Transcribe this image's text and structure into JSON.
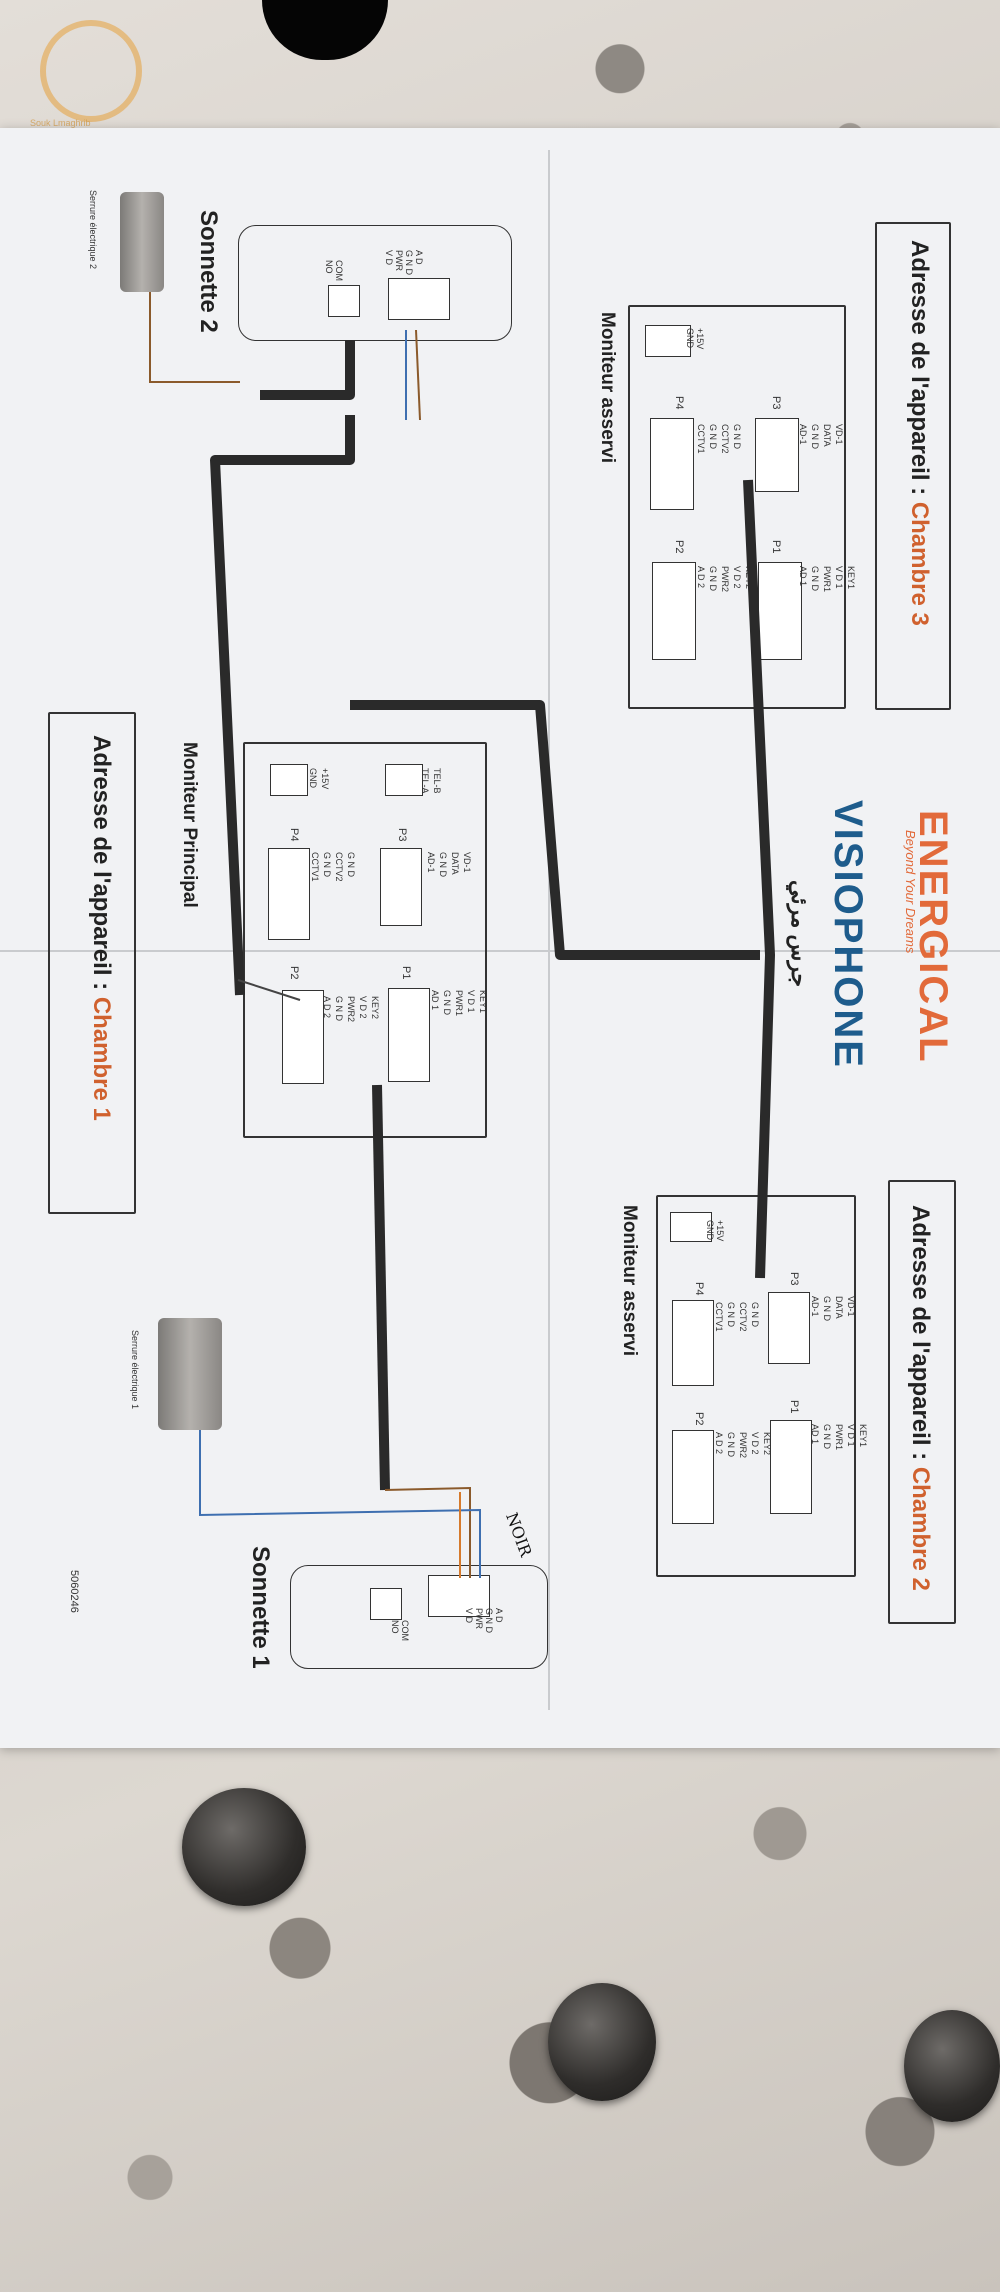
{
  "colors": {
    "paper": "#f1f2f4",
    "accent_red": "#d0612e",
    "brand_orange": "#e26a3a",
    "brand_blue": "#1e5c8c",
    "wire": "#333333"
  },
  "watermark": {
    "text": "Souk Lmaghrib"
  },
  "brand": {
    "name": "ENERGICAL",
    "tagline": "Beyond Your Dreams",
    "product": "VISIOPHONE",
    "arabic": "جرس مرئي"
  },
  "sections": {
    "chambre3": {
      "address_prefix": "Adresse de l'appareil : ",
      "address_value": "Chambre 3",
      "monitor_label": "Moniteur asservi"
    },
    "chambre2": {
      "address_prefix": "Adresse de l'appareil : ",
      "address_value": "Chambre 2",
      "monitor_label": "Moniteur asservi"
    },
    "chambre1": {
      "address_prefix": "Adresse de l'appareil : ",
      "address_value": "Chambre 1",
      "monitor_label": "Moniteur Principal"
    },
    "sonnette2": {
      "label": "Sonnette 2",
      "lock_label": "Serrure électrique 2"
    },
    "sonnette1": {
      "label": "Sonnette 1",
      "lock_label": "Serrure électrique 1"
    }
  },
  "connectors": {
    "P1": {
      "name": "P1",
      "pins": [
        "AD 1",
        "G N D",
        "PWR1",
        "V D 1",
        "KEY1"
      ]
    },
    "P2": {
      "name": "P2",
      "pins": [
        "A D 2",
        "G N D",
        "PWR2",
        "V D 2",
        "KEY2"
      ]
    },
    "P3": {
      "name": "P3",
      "pins": [
        "AD-1",
        "G N D",
        "DATA",
        "VD-1"
      ]
    },
    "P4": {
      "name": "P4",
      "pins": [
        "CCTV1",
        "G N D",
        "CCTV2",
        "G N D"
      ]
    },
    "power": {
      "pins": [
        "GND",
        "+15V"
      ]
    },
    "tel": {
      "pins": [
        "TEL-A",
        "TEL-B"
      ]
    },
    "door": {
      "pins": [
        "A D",
        "G N D",
        "PWR",
        "V D"
      ],
      "relay": [
        "COM",
        "NO"
      ]
    }
  },
  "handwritten": "NOIR",
  "serial": "5060246"
}
